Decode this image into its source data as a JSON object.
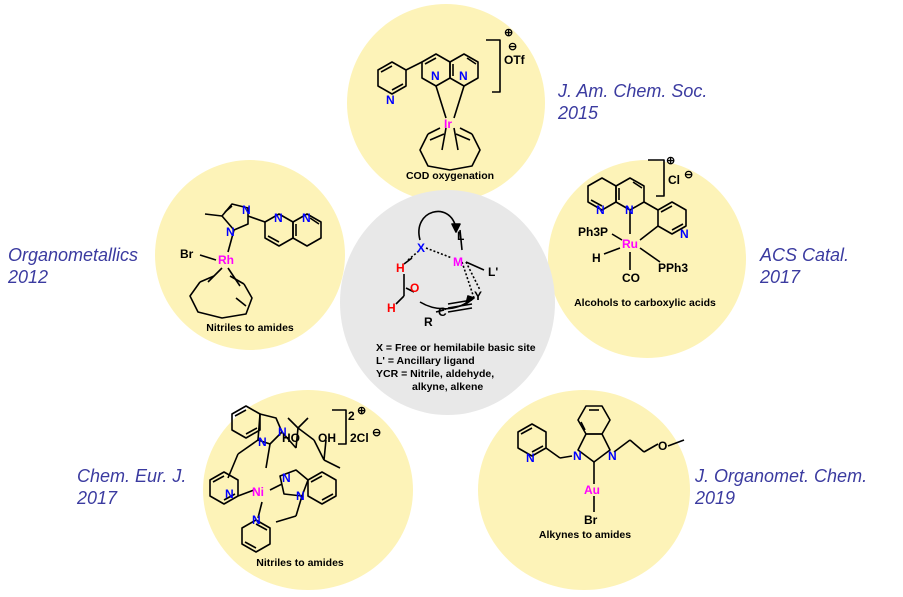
{
  "journals": {
    "top": [
      "J. Am. Chem. Soc.",
      "2015"
    ],
    "upper_left": [
      "Organometallics",
      "2012"
    ],
    "upper_right": [
      "ACS Catal.",
      "2017"
    ],
    "lower_left": [
      "Chem. Eur. J.",
      "2017"
    ],
    "lower_right": [
      "J. Organomet. Chem.",
      "2019"
    ]
  },
  "captions": {
    "top": "COD oxygenation",
    "upper_left": "Nitriles to amides",
    "upper_right": "Alcohols to carboxylic acids",
    "lower_left": "Nitriles to amides",
    "lower_right": "Alkynes to amides"
  },
  "center": {
    "legend": [
      "X = Free or hemilabile basic site",
      "L' = Ancillary ligand",
      "YCR = Nitrile, aldehyde,",
      "alkyne, alkene"
    ]
  },
  "atoms": {
    "metal_ir": "Ir",
    "metal_rh": "Rh",
    "metal_ru": "Ru",
    "metal_ni": "Ni",
    "metal_au": "Au",
    "metal_m": "M",
    "n": "N",
    "o": "O",
    "h": "H",
    "x": "X",
    "l": "L",
    "l_prime": "L'",
    "r": "R",
    "c": "C",
    "y": "Y",
    "br": "Br",
    "co": "CO",
    "ph3p": "Ph3P",
    "pph3": "PPh3",
    "ho": "HO",
    "oh": "OH",
    "methyl_o": "O",
    "counter_otf": "OTf",
    "counter_cl": "Cl",
    "counter_2cl": "2Cl",
    "charge_plus": "⊕",
    "charge_minus": "⊖",
    "charge_2": "2"
  },
  "colors": {
    "circle_fill": "#fdf3b8",
    "center_fill": "#e8e8e8",
    "journal_text": "#3b3ba0",
    "metal": "#ff00ff",
    "nitrogen": "#0000ff",
    "oxygen": "#ff0000"
  }
}
